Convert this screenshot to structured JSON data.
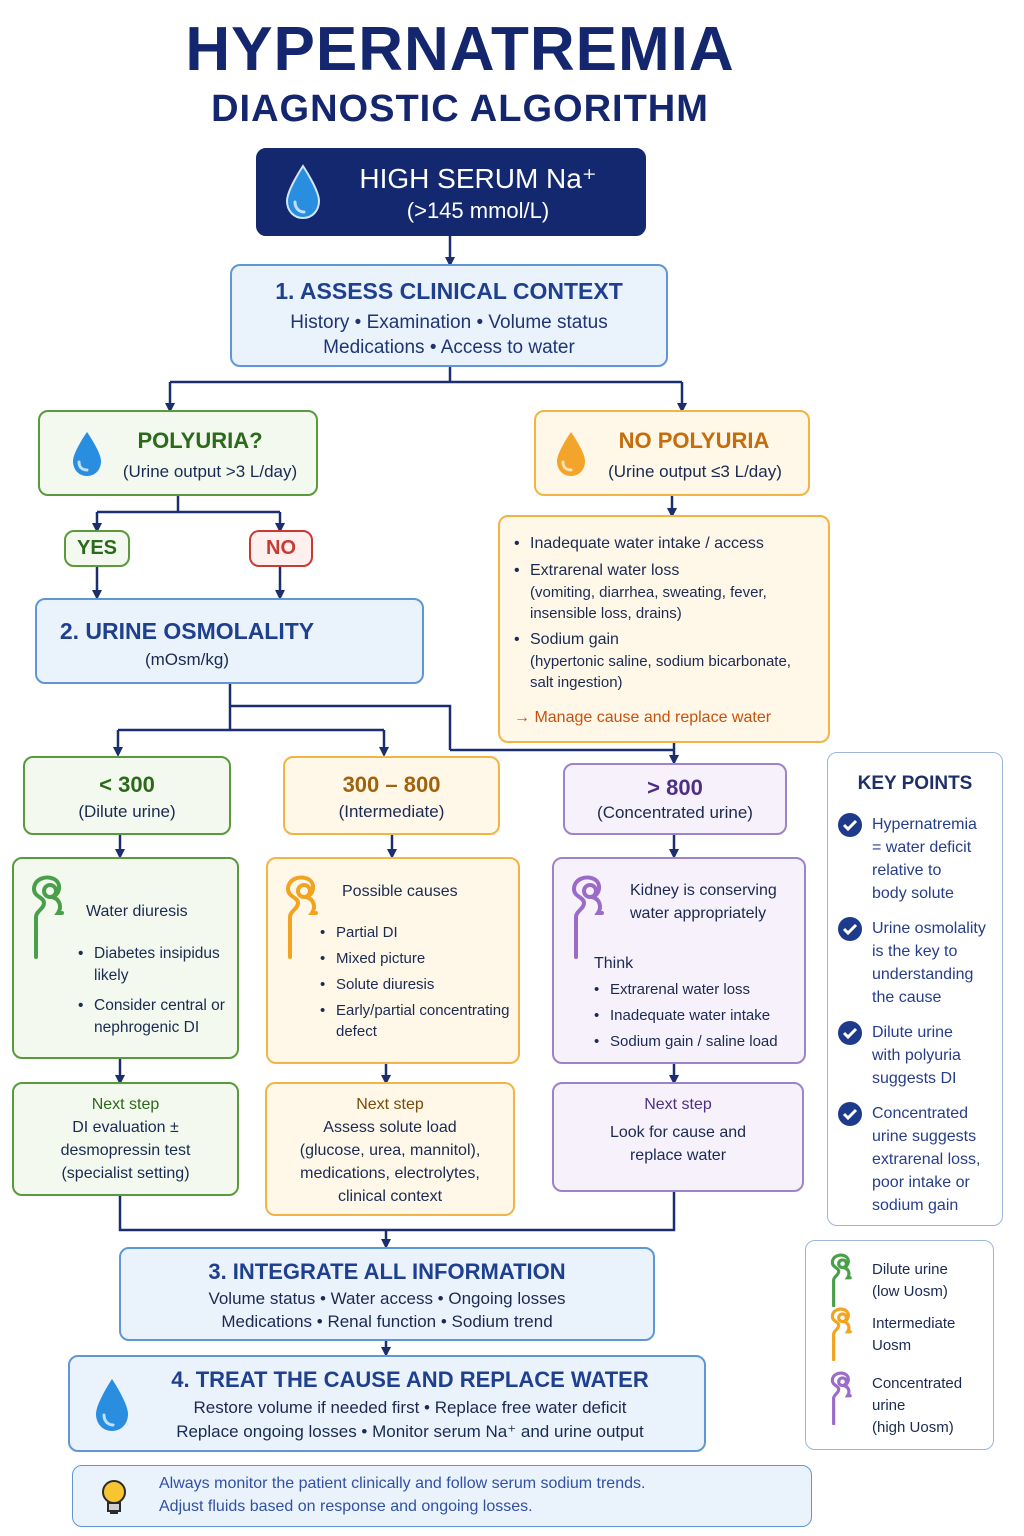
{
  "title": "HYPERNATREMIA",
  "subtitle": "DIAGNOSTIC ALGORITHM",
  "start": {
    "line1": "HIGH SERUM Na⁺",
    "line2": "(>145 mmol/L)"
  },
  "step1": {
    "title": "1.  ASSESS CLINICAL CONTEXT",
    "line1": "History  •  Examination  •  Volume status",
    "line2": "Medications  •  Access to water"
  },
  "polyuria": {
    "title": "POLYURIA?",
    "subtitle": "(Urine output >3 L/day)"
  },
  "no_polyuria": {
    "title": "NO POLYURIA",
    "subtitle": "(Urine output ≤3 L/day)",
    "items": [
      {
        "main": "Inadequate water intake / access",
        "sub": []
      },
      {
        "main": "Extrarenal water loss",
        "sub": [
          "(vomiting, diarrhea, sweating, fever,",
          "insensible loss, drains)"
        ]
      },
      {
        "main": "Sodium gain",
        "sub": [
          "(hypertonic saline, sodium bicarbonate,",
          "salt ingestion)"
        ]
      }
    ],
    "action": "→ Manage cause and replace water"
  },
  "yes_label": "YES",
  "no_label": "NO",
  "step2": {
    "title": "2. URINE OSMOLALITY",
    "unit": "(mOsm/kg)"
  },
  "branches": {
    "low": {
      "range": "< 300",
      "desc": "(Dilute urine)",
      "heading": "Water diuresis",
      "bullets": [
        [
          "Diabetes insipidus",
          "likely"
        ],
        [
          "Consider central or",
          "nephrogenic DI"
        ]
      ],
      "next_label": "Next step",
      "next_lines": [
        "DI evaluation ±",
        "desmopressin test",
        "(specialist setting)"
      ]
    },
    "mid": {
      "range": "300 – 800",
      "desc": "(Intermediate)",
      "heading": "Possible causes",
      "bullets": [
        [
          "Partial DI"
        ],
        [
          "Mixed picture"
        ],
        [
          "Solute diuresis"
        ],
        [
          "Early/partial concentrating",
          "defect"
        ]
      ],
      "next_label": "Next step",
      "next_lines": [
        "Assess solute load",
        "(glucose, urea, mannitol),",
        "medications, electrolytes,",
        "clinical context"
      ]
    },
    "high": {
      "range": "> 800",
      "desc": "(Concentrated urine)",
      "heading_lines": [
        "Kidney is conserving",
        "water appropriately"
      ],
      "think": "Think",
      "bullets": [
        [
          "Extrarenal water loss"
        ],
        [
          "Inadequate water intake"
        ],
        [
          "Sodium gain / saline load"
        ]
      ],
      "next_label": "Next step",
      "next_lines": [
        "Look for cause and",
        "replace water"
      ]
    }
  },
  "step3": {
    "title": "3. INTEGRATE ALL INFORMATION",
    "line1": "Volume status  •  Water access  •  Ongoing losses",
    "line2": "Medications  •  Renal function  •  Sodium trend"
  },
  "step4": {
    "title": "4. TREAT THE CAUSE AND REPLACE WATER",
    "line1": "Restore volume if needed first  •  Replace free water deficit",
    "line2": "Replace ongoing losses  •  Monitor serum Na⁺ and urine output"
  },
  "footer": {
    "line1": "Always monitor the patient clinically and follow serum sodium trends.",
    "line2": "Adjust fluids based on response and ongoing losses."
  },
  "key_points": {
    "title": "KEY POINTS",
    "items": [
      [
        "Hypernatremia",
        "= water deficit",
        "relative to",
        "body solute"
      ],
      [
        "Urine osmolality",
        "is the key to",
        "understanding",
        "the cause"
      ],
      [
        "Dilute urine",
        "with polyuria",
        "suggests DI"
      ],
      [
        "Concentrated",
        "urine suggests",
        "extrarenal loss,",
        "poor intake or",
        "sodium gain"
      ]
    ]
  },
  "legend": [
    {
      "lines": [
        "Dilute urine",
        "(low Uosm)"
      ],
      "color": "#4aa04a"
    },
    {
      "lines": [
        "Intermediate",
        "Uosm"
      ],
      "color": "#f2a31f"
    },
    {
      "lines": [
        "Concentrated",
        "urine",
        "(high Uosm)"
      ],
      "color": "#9a6cc8"
    }
  ],
  "colors": {
    "navy": "#14286f",
    "blue": "#5f97d6",
    "green": "#5a9a3c",
    "orange": "#f2b445",
    "purple": "#9b84c9",
    "red": "#c83a32",
    "drop": "#2a8ee0",
    "drop_orange": "#f2a52a"
  }
}
